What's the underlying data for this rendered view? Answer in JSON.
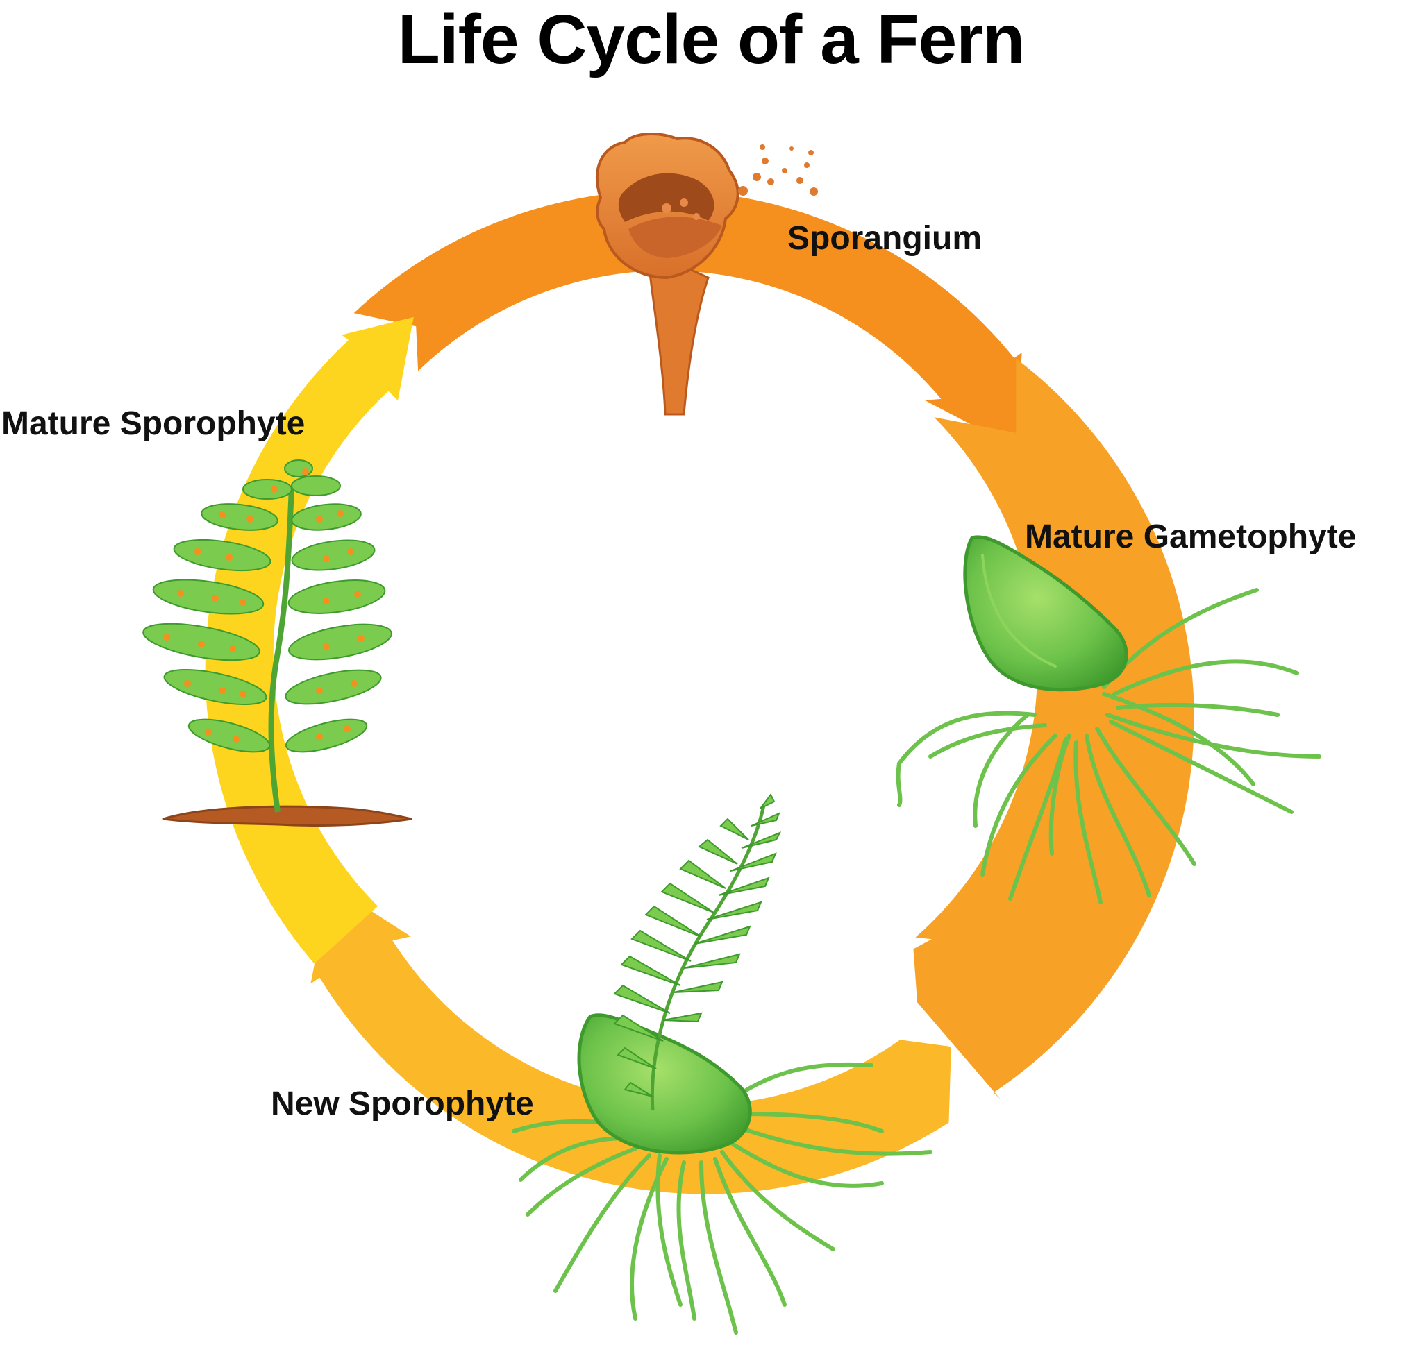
{
  "title": "Life Cycle of a Fern",
  "stages": {
    "sporangium": "Sporangium",
    "mature_gametophyte": "Mature Gametophyte",
    "new_sporophyte": "New Sporophyte",
    "mature_sporophyte": "Mature Sporophyte"
  },
  "colors": {
    "arrow_top": "#F5901E",
    "arrow_right": "#F7A226",
    "arrow_bottom": "#FBB829",
    "arrow_left": "#FDD51E",
    "plant_green": "#6CC24A",
    "plant_dark_green": "#3E9A2C",
    "sporangium": "#E07A2E",
    "soil": "#B45A22"
  }
}
